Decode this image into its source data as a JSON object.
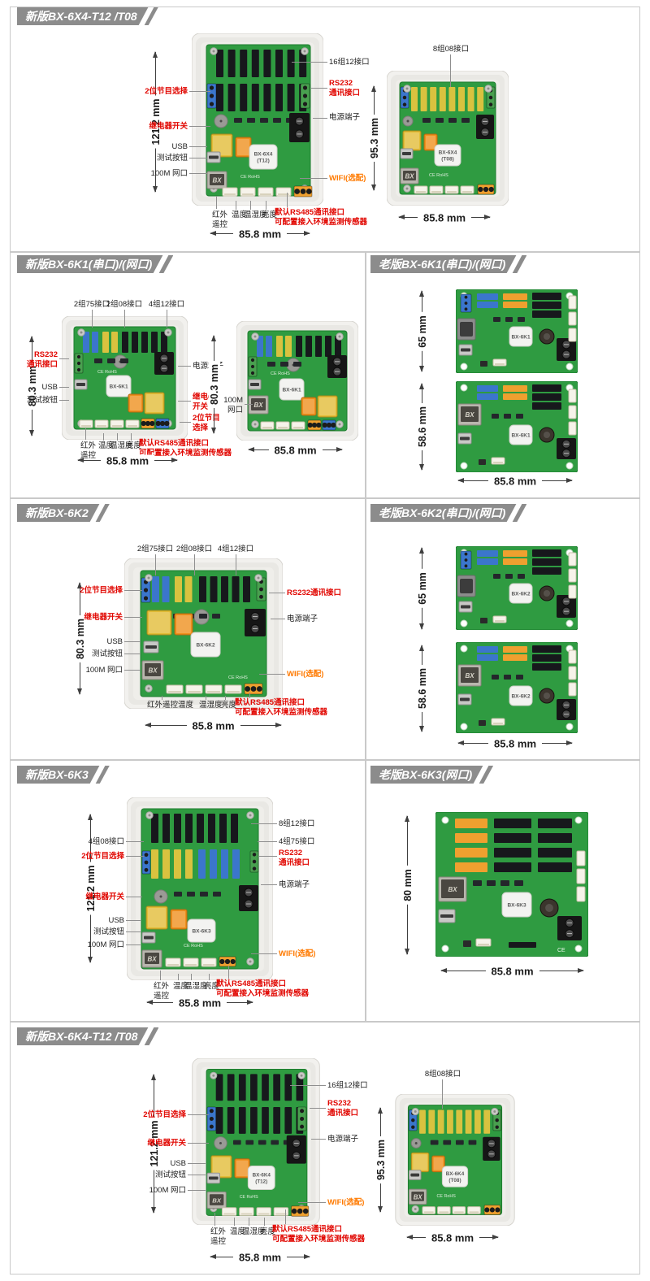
{
  "colors": {
    "banner": "#8c8c8c",
    "red": "#e10600",
    "orange": "#ff7a00",
    "dim_text": "#1c1c1c",
    "border": "#c9c9c9",
    "pcb_green": "#2f9b41"
  },
  "board_common": {
    "silk": "CE RoHS",
    "logo": "BX"
  },
  "sections": [
    {
      "header": "新版BX-6X4-T12 /T08",
      "dims": {
        "v1": "121.2 mm",
        "h1": "85.8 mm",
        "v2": "95.3 mm",
        "h2": "85.8 mm"
      },
      "labels": {
        "prog": "2位节目选择",
        "relay": "继电器开关",
        "usb": "USB",
        "test": "测试按钮",
        "lan": "100M 网口",
        "p16": "16组12接口",
        "rs232": "RS232\n通讯接口",
        "power": "电源端子",
        "wifi": "WIFI(选配)",
        "p08": "8组08接口",
        "ir": "红外\n遥控",
        "temp": "温度",
        "humid": "温湿度",
        "bright": "亮度",
        "rs485": "默认RS485通讯接口\n可配置接入环境监测传感器"
      },
      "boards": [
        {
          "chip": "BX-6X4\n(T12)"
        },
        {
          "chip": "BX-6X4\n(T08)"
        }
      ]
    },
    {
      "header": "新版BX-6K1(串口)/(网口)",
      "dims": {
        "v1": "80.3 mm",
        "h1": "85.8 mm",
        "v2": "80.3 mm",
        "h2": "85.8 mm"
      },
      "labels": {
        "t75": "2组75接口",
        "t08": "2组08接口",
        "t12": "4组12接口",
        "rs232": "RS232\n通讯接口",
        "usb": "USB",
        "test": "测试按钮",
        "power": "电源端子",
        "relay": "继电器\n开关",
        "prog": "2位节目\n选择",
        "lan": "100M\n网口",
        "ir": "红外\n遥控",
        "temp": "温度",
        "humid": "温湿度",
        "bright": "亮度",
        "rs485": "默认RS485通讯接口\n可配置接入环境监测传感器"
      },
      "boards": [
        {
          "chip": "BX-6K1"
        },
        {
          "chip": "BX-6K1"
        }
      ]
    },
    {
      "header": "老版BX-6K1(串口)/(网口)",
      "dims": {
        "v1": "65 mm",
        "v2": "58.6 mm",
        "h1": "85.8 mm"
      },
      "boards": [
        {
          "chip": "BX-6K1"
        },
        {
          "chip": "BX-6K1"
        }
      ]
    },
    {
      "header": "新版BX-6K2",
      "dims": {
        "v1": "80.3 mm",
        "h1": "85.8 mm"
      },
      "labels": {
        "t75": "2组75接口",
        "t08": "2组08接口",
        "t12": "4组12接口",
        "prog": "2位节目选择",
        "relay": "继电器开关",
        "usb": "USB",
        "test": "测试按钮",
        "lan": "100M 网口",
        "rs232": "RS232通讯接口",
        "power": "电源端子",
        "wifi": "WIFI(选配)",
        "irtemp": "红外遥控温度",
        "humid": "温湿度",
        "bright": "亮度",
        "rs485": "默认RS485通讯接口\n可配置接入环境监测传感器"
      },
      "boards": [
        {
          "chip": "BX-6K2"
        }
      ]
    },
    {
      "header": "老版BX-6K2(串口)/(网口)",
      "dims": {
        "v1": "65 mm",
        "v2": "58.6 mm",
        "h1": "85.8 mm"
      },
      "boards": [
        {
          "chip": "BX-6K2"
        },
        {
          "chip": "BX-6K2"
        }
      ]
    },
    {
      "header": "新版BX-6K3",
      "dims": {
        "v1": "121.2 mm",
        "h1": "85.8 mm"
      },
      "labels": {
        "p08": "4组08接口",
        "prog": "2位节目选择",
        "relay": "继电器开关",
        "usb": "USB",
        "test": "测试按钮",
        "lan": "100M 网口",
        "p12": "8组12接口",
        "p75": "4组75接口",
        "rs232": "RS232\n通讯接口",
        "power": "电源端子",
        "wifi": "WIFI(选配)",
        "ir": "红外\n遥控",
        "temp": "温度",
        "humid": "温湿度",
        "bright": "亮度",
        "rs485": "默认RS485通讯接口\n可配置接入环境监测传感器"
      },
      "boards": [
        {
          "chip": "BX-6K3"
        }
      ]
    },
    {
      "header": "老版BX-6K3(网口)",
      "dims": {
        "v1": "80 mm",
        "h1": "85.8 mm"
      },
      "boards": [
        {
          "chip": "BX-6K3"
        }
      ]
    },
    {
      "header": "新版BX-6K4-T12 /T08",
      "dims": {
        "v1": "121.2 mm",
        "h1": "85.8 mm",
        "v2": "95.3 mm",
        "h2": "85.8 mm"
      },
      "labels": {
        "prog": "2位节目选择",
        "relay": "继电器开关",
        "usb": "USB",
        "test": "测试按钮",
        "lan": "100M 网口",
        "p16": "16组12接口",
        "rs232": "RS232\n通讯接口",
        "power": "电源端子",
        "wifi": "WIFI(选配)",
        "p08": "8组08接口",
        "ir": "红外\n遥控",
        "temp": "温度",
        "humid": "温湿度",
        "bright": "亮度",
        "rs485": "默认RS485通讯接口\n可配置接入环境监测传感器"
      },
      "boards": [
        {
          "chip": "BX-6K4\n(T12)"
        },
        {
          "chip": "BX-6K4\n(T08)"
        }
      ]
    }
  ]
}
